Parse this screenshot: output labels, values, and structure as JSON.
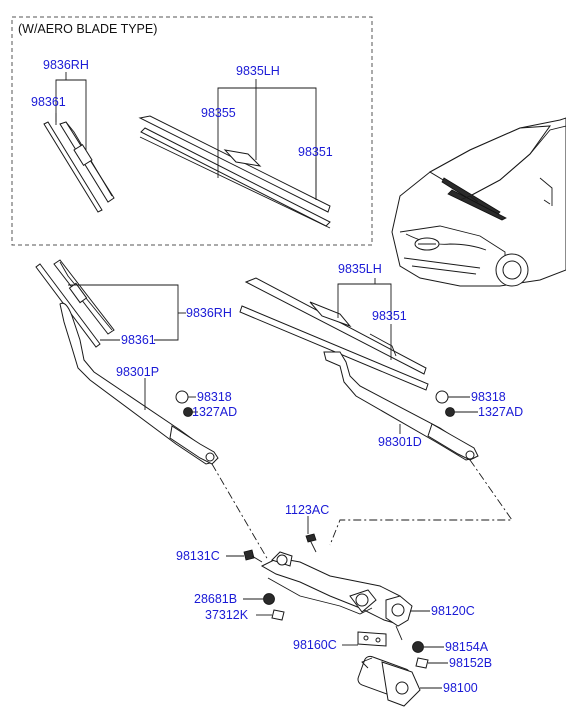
{
  "inset": {
    "title": "(W/AERO BLADE TYPE)"
  },
  "labels": {
    "aero_9836RH": "9836RH",
    "aero_98361": "98361",
    "aero_9835LH": "9835LH",
    "aero_98355": "98355",
    "aero_98351": "98351",
    "main_9835LH": "9835LH",
    "main_98351": "98351",
    "main_98361": "98361",
    "main_9836RH": "9836RH",
    "p98301P": "98301P",
    "p98318_left": "98318",
    "p1327AD_left": "1327AD",
    "p98318_right": "98318",
    "p1327AD_right": "1327AD",
    "p98301D": "98301D",
    "p1123AC": "1123AC",
    "p98131C": "98131C",
    "p28681B": "28681B",
    "p37312K": "37312K",
    "p98120C": "98120C",
    "p98160C": "98160C",
    "p98154A": "98154A",
    "p98152B": "98152B",
    "p98100": "98100"
  },
  "colors": {
    "label_blue": "#1a1ad6",
    "label_black": "#111111",
    "line": "#1a1a1a"
  }
}
